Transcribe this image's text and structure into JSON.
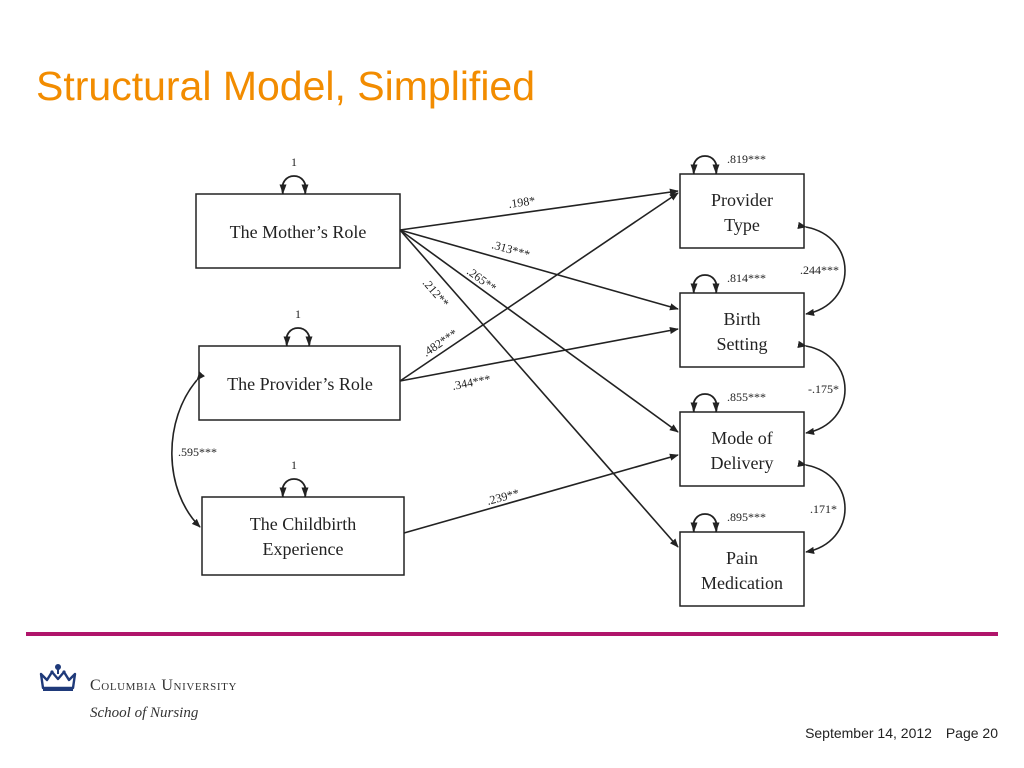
{
  "title": "Structural Model, Simplified",
  "diagram": {
    "exogenous": [
      {
        "label_lines": [
          "The Mother’s Role"
        ],
        "variance": "1"
      },
      {
        "label_lines": [
          "The Provider’s Role"
        ],
        "variance": "1"
      },
      {
        "label_lines": [
          "The Childbirth",
          "Experience"
        ],
        "variance": "1"
      }
    ],
    "endogenous": [
      {
        "label_lines": [
          "Provider",
          "Type"
        ],
        "residual": ".819***"
      },
      {
        "label_lines": [
          "Birth",
          "Setting"
        ],
        "residual": ".814***"
      },
      {
        "label_lines": [
          "Mode of",
          "Delivery"
        ],
        "residual": ".855***"
      },
      {
        "label_lines": [
          "Pain",
          "Medication"
        ],
        "residual": ".895***"
      }
    ],
    "paths": [
      {
        "from": "The Mother’s Role",
        "to": "Provider Type",
        "coef": ".198*"
      },
      {
        "from": "The Mother’s Role",
        "to": "Birth Setting",
        "coef": ".313***"
      },
      {
        "from": "The Mother’s Role",
        "to": "Mode of Delivery",
        "coef": ".265**"
      },
      {
        "from": "The Mother’s Role",
        "to": "Pain Medication",
        "coef": ".212**"
      },
      {
        "from": "The Provider’s Role",
        "to": "Provider Type",
        "coef": ".482***"
      },
      {
        "from": "The Provider’s Role",
        "to": "Birth Setting",
        "coef": ".344***"
      },
      {
        "from": "The Childbirth Experience",
        "to": "Mode of Delivery",
        "coef": ".239**"
      }
    ],
    "correlations": [
      {
        "between": [
          "The Provider’s Role",
          "The Childbirth Experience"
        ],
        "coef": ".595***"
      },
      {
        "between": [
          "Provider Type",
          "Birth Setting"
        ],
        "coef": ".244***"
      },
      {
        "between": [
          "Birth Setting",
          "Mode of Delivery"
        ],
        "coef": "-.175*"
      },
      {
        "between": [
          "Mode of Delivery",
          "Pain Medication"
        ],
        "coef": ".171*"
      }
    ]
  },
  "footer": {
    "university": "Columbia University",
    "school": "School of Nursing",
    "date": "September 14, 2012",
    "page": "Page 20"
  },
  "colors": {
    "title": "#f28c00",
    "divider": "#b0156b",
    "logo": "#1f3a7a",
    "diagram_ink": "#222222"
  }
}
